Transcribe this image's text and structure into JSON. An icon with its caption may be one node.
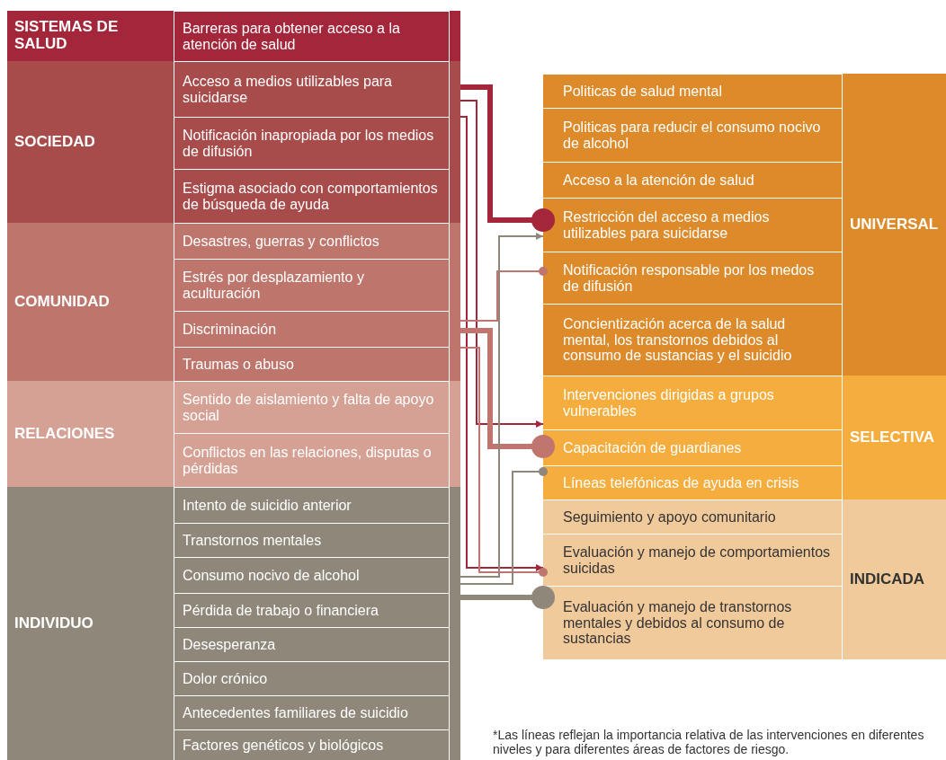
{
  "diagram": {
    "nodes": [
      {
        "text": [
          "SISTEMAS DE SALUD"
        ]
      },
      {
        "text": [
          "Barreras para obtener acceso a la atención de salud"
        ],
        "in": 0
      },
      {
        "text": [
          "SOCIEDAD"
        ]
      },
      {
        "text": [
          "Acceso a medios utilizables para suicidarse"
        ],
        "in": 2
      },
      {
        "text": [
          "Notificación inapropiada por los medios de difusión"
        ],
        "in": 2
      },
      {
        "text": [
          "Estigma asociado con comportamientos de búsqueda de ayuda"
        ],
        "in": 2
      },
      {
        "text": [
          "COMUNIDAD"
        ]
      },
      {
        "text": [
          "Desastres, guerras y conflictos"
        ],
        "in": 6
      },
      {
        "text": [
          "Estrés por desplazamiento y aculturación"
        ],
        "in": 6
      },
      {
        "text": [
          "Discriminación"
        ],
        "in": 6
      },
      {
        "text": [
          "Traumas o abuso"
        ],
        "in": 6
      },
      {
        "text": [
          "RELACIONES"
        ]
      },
      {
        "text": [
          "Sentido de aislamiento y falta de apoyo social"
        ],
        "in": 11
      },
      {
        "text": [
          "Conflictos en las relaciones, disputas o pérdidas"
        ],
        "in": 11
      },
      {
        "text": [
          "INDIVIDUO"
        ]
      },
      {
        "text": [
          "Intento de suicidio anterior"
        ],
        "in": 14
      },
      {
        "text": [
          "Transtornos mentales"
        ],
        "in": 14
      },
      {
        "text": [
          "Consumo nocivo de alcohol"
        ],
        "in": 14
      },
      {
        "text": [
          "Pérdida de trabajo o financiera"
        ],
        "in": 14
      },
      {
        "text": [
          "Desesperanza"
        ],
        "in": 14
      },
      {
        "text": [
          "Dolor crónico"
        ],
        "in": 14
      },
      {
        "text": [
          "Antecedentes familiares de suicidio"
        ],
        "in": 14
      },
      {
        "text": [
          "Factores genéticos y biológicos"
        ],
        "in": 14
      },
      {
        "text": [
          "UNIVERSAL"
        ]
      },
      {
        "text": [
          "Politicas de salud mental"
        ],
        "in": 23
      },
      {
        "text": [
          "Politicas para reducir el consumo nocivo de alcohol"
        ],
        "in": 23
      },
      {
        "text": [
          "Acceso a la atención de salud"
        ],
        "in": 23
      },
      {
        "text": [
          "Restricción del acceso a medios utilizables para suicidarse"
        ],
        "in": 23
      },
      {
        "text": [
          "Notificación responsable por los medos de difusión"
        ],
        "in": 23
      },
      {
        "text": [
          "Concientización acerca de la salud mental, los transtornos debidos al consumo de sustancias y el suicidio"
        ],
        "in": 23
      },
      {
        "text": [
          "SELECTIVA"
        ]
      },
      {
        "text": [
          "Intervenciones dirigidas a grupos vulnerables"
        ],
        "in": 30
      },
      {
        "text": [
          "Capacitación de guardianes"
        ],
        "in": 30
      },
      {
        "text": [
          "Líneas telefónicas de ayuda en crisis"
        ],
        "in": 30
      },
      {
        "text": [
          "INDICADA"
        ]
      },
      {
        "text": [
          "Seguimiento y apoyo comunitario"
        ],
        "in": 34
      },
      {
        "text": [
          "Evaluación y manejo de comportamientos suicidas"
        ],
        "in": 34
      },
      {
        "text": [
          "Evaluación y manejo de transtornos mentales y debidos al consumo de sustancias"
        ],
        "in": 34
      }
    ],
    "edges": [
      {
        "from": 2,
        "to": 27,
        "arrow": "other",
        "style": "thick",
        "color": "#a3263a"
      },
      {
        "from": 2,
        "to": 31,
        "arrow": "to",
        "color": "#a3263a"
      },
      {
        "from": 2,
        "to": 36,
        "arrow": "to",
        "color": "#a3263a"
      },
      {
        "from": 6,
        "to": 28,
        "arrow": "other",
        "color": "#c0766e"
      },
      {
        "from": 6,
        "to": 32,
        "arrow": "other",
        "style": "thick",
        "color": "#c0766e"
      },
      {
        "from": 6,
        "to": 36,
        "arrow": "other",
        "color": "#c0766e"
      },
      {
        "from": 14,
        "to": 27,
        "arrow": "to",
        "color": "#8f877a"
      },
      {
        "from": 14,
        "to": 33,
        "arrow": "other",
        "color": "#8f877a"
      },
      {
        "from": 14,
        "to": 37,
        "arrow": "other",
        "style": "thick",
        "color": "#8f877a"
      }
    ],
    "labels": [
      "*Las líneas reflejan la importancia relativa de las intervenciones en diferentes niveles y para diferentes áreas de factores de riesgo."
    ]
  }
}
